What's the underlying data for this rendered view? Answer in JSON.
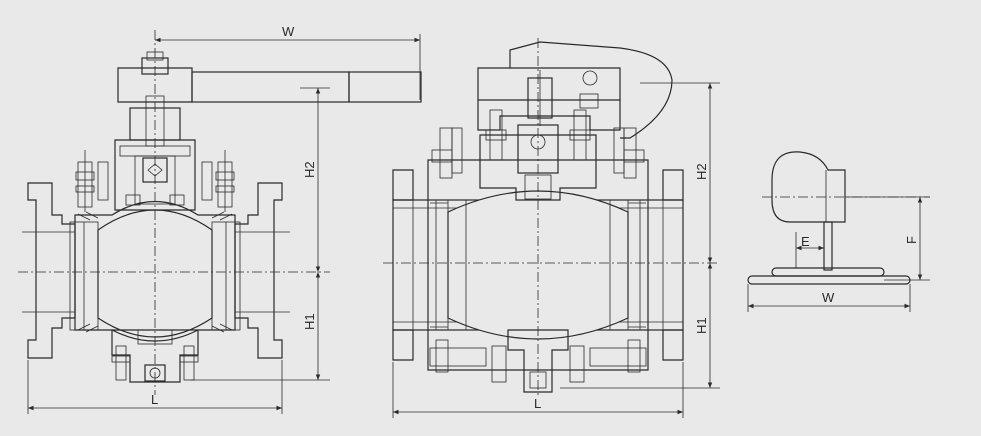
{
  "colors": {
    "background": "#e9e9e9",
    "line": "#2a2a2a"
  },
  "labels": {
    "view1": {
      "w": "W",
      "h2": "H2",
      "h1": "H1",
      "l": "L"
    },
    "view2": {
      "h2": "H2",
      "h1": "H1",
      "l": "L"
    },
    "view3": {
      "e": "E",
      "f": "F",
      "w": "W"
    }
  }
}
